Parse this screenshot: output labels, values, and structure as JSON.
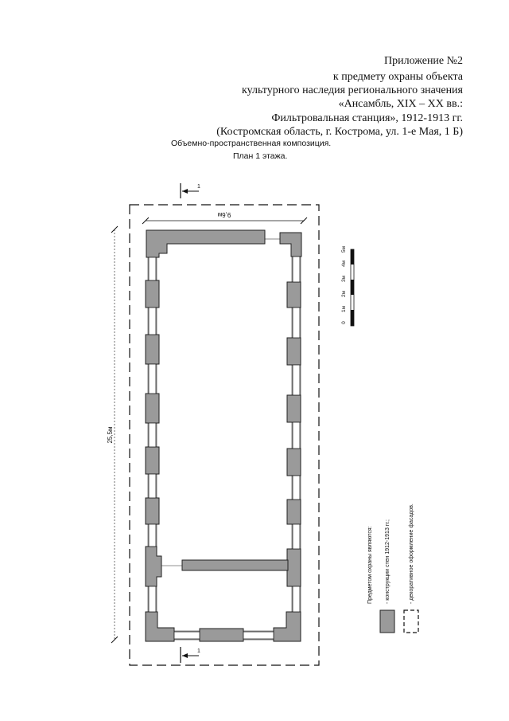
{
  "header": {
    "line1": "Приложение №2",
    "line2": "к предмету охраны объекта",
    "line3": "культурного наследия регионального значения",
    "line4": "«Ансамбль, XIX – XX вв.:",
    "line5": "Фильтровальная станция», 1912-1913 гг.",
    "line6": "(Костромская область, г. Кострома, ул. 1-е Мая, 1 Б)"
  },
  "subheader": {
    "line1": "Объемно-пространственная композиция.",
    "line2": "План 1 этажа."
  },
  "plan": {
    "width_label": "9,6м",
    "length_label": "25,5м",
    "section_mark": "1",
    "scale_labels": [
      "0",
      "1м",
      "2м",
      "3м",
      "4м",
      "5м"
    ]
  },
  "legend": {
    "title": "Предметом охраны являются:",
    "item1": "-   конструкции стен 1912-1913 гг.;",
    "item2": "-   декоративное оформление фасадов."
  },
  "colors": {
    "wall_fill": "#9a9a9a",
    "wall_stroke": "#222222",
    "ink": "#111111"
  }
}
